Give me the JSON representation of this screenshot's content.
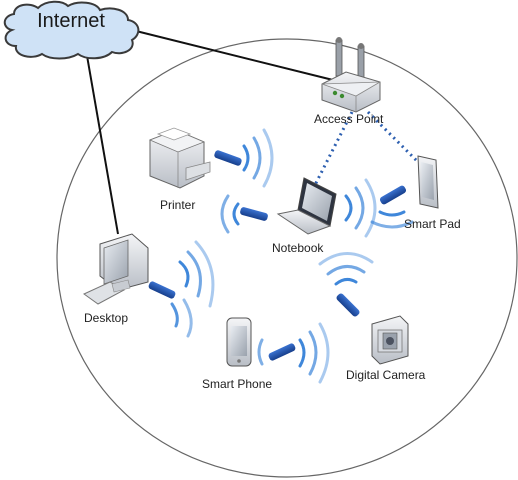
{
  "cloud": {
    "label": "Internet"
  },
  "devices": {
    "access_point": "Access Point",
    "printer": "Printer",
    "notebook": "Notebook",
    "smart_pad": "Smart Pad",
    "desktop": "Desktop",
    "smart_phone": "Smart Phone",
    "digital_camera": "Digital Camera"
  },
  "colors": {
    "cloud_fill": "#cfe2f6",
    "cloud_stroke": "#3a3a3a",
    "wave": "#2a7ad6",
    "dongle": "#1f4fa8",
    "dotted_link": "#2d5fb0",
    "device_gray": "#c8ccd2",
    "device_dark": "#7a8088",
    "access_point_green": "#3b8a2e"
  },
  "icons": [
    "cloud-icon",
    "access-point-icon",
    "printer-icon",
    "notebook-icon",
    "tablet-icon",
    "desktop-icon",
    "phone-icon",
    "camera-icon",
    "usb-dongle-icon",
    "wireless-waves-icon"
  ]
}
